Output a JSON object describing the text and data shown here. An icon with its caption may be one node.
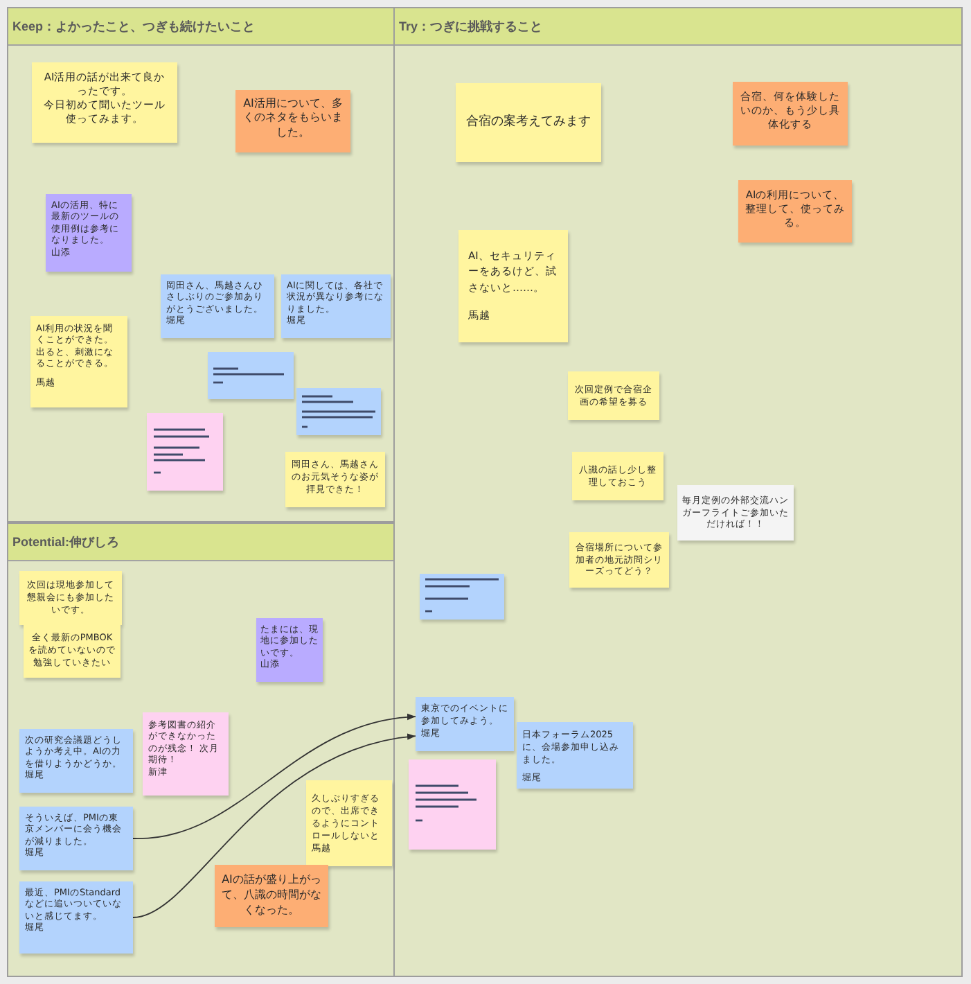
{
  "diagram": {
    "nodes": [
      {
        "text": [
          "Keep：よかったこと、つぎも続けたいこと"
        ]
      },
      {
        "text": [
          "AI活用の話が出来て良かったです。",
          "今日初めて聞いたツール使ってみます。"
        ],
        "in": 0
      },
      {
        "text": [
          "AI活用について、多くのネタをもらいました。"
        ],
        "in": 0
      },
      {
        "text": [
          "AIの活用、特に最新のツールの使用例は参考になりました。",
          "山添"
        ],
        "in": 0
      },
      {
        "text": [
          "岡田さん、馬越さんひさしぶりのご参加ありがとうございました。",
          "堀尾"
        ],
        "in": 0
      },
      {
        "text": [
          "AIに関しては、各社で状況が異なり参考になりました。",
          "堀尾"
        ],
        "in": 0
      },
      {
        "text": [
          "AI利用の状況を聞くことができた。",
          "出ると、刺激になることができる。",
          "馬越"
        ],
        "in": 0
      },
      {
        "text": [],
        "shape": "box",
        "in": 0
      },
      {
        "text": [],
        "shape": "box",
        "in": 0
      },
      {
        "text": [],
        "shape": "box",
        "in": 0
      },
      {
        "text": [
          "岡田さん、馬越さんのお元気そうな姿が拝見できた！"
        ],
        "in": 0
      },
      {
        "text": [
          "Try：つぎに挑戦すること"
        ]
      },
      {
        "text": [
          "合宿の案考えてみます"
        ],
        "in": 11
      },
      {
        "text": [
          "合宿、何を体験したいのか、もう少し具体化する"
        ],
        "in": 11
      },
      {
        "text": [
          "AIの利用について、整理して、使ってみる。"
        ],
        "in": 11
      },
      {
        "text": [
          "AI、セキュリティーをあるけど、試さないと……。",
          "馬越"
        ],
        "in": 11
      },
      {
        "text": [
          "次回定例で合宿企画の希望を募る"
        ],
        "in": 11
      },
      {
        "text": [
          "八識の話し少し整理しておこう"
        ],
        "in": 11
      },
      {
        "text": [
          "毎月定例の外部交流ハンガーフライトご参加いただければ！！"
        ],
        "in": 11
      },
      {
        "text": [
          "合宿場所について参加者の地元訪問シリーズってどう？"
        ],
        "in": 11
      },
      {
        "text": [],
        "shape": "box",
        "in": 11
      },
      {
        "text": [
          "東京でのイベントに参加してみよう。",
          "堀尾"
        ],
        "in": 11
      },
      {
        "text": [
          "日本フォーラム2025に、会場参加申し込みました。",
          "堀尾"
        ],
        "in": 11
      },
      {
        "text": [],
        "shape": "box",
        "in": 11
      },
      {
        "text": [
          "Potential:伸びしろ"
        ]
      },
      {
        "text": [
          "次回は現地参加して懇親会にも参加したいです。"
        ],
        "in": 24
      },
      {
        "text": [
          "全く最新のPMBOKを読めていないので勉強していきたい"
        ],
        "in": 24
      },
      {
        "text": [
          "たまには、現地に参加したいです。",
          "山添"
        ],
        "in": 24
      },
      {
        "text": [
          "次の研究会議題どうしようか考え中。AIの力を借りようかどうか。",
          "堀尾"
        ],
        "in": 24
      },
      {
        "text": [
          "参考図書の紹介ができなかったのが残念！ 次月期待！",
          "新津"
        ],
        "in": 24
      },
      {
        "text": [
          "そういえば、PMIの東京メンバーに会う機会が減りました。",
          "堀尾"
        ],
        "in": 24
      },
      {
        "text": [
          "最近、PMIのStandardなどに追いついていないと感じてます。",
          "堀尾"
        ],
        "in": 24
      },
      {
        "text": [
          "久しぶりすぎるので、出席できるようにコントロールしないと",
          "馬越"
        ],
        "in": 24
      },
      {
        "text": [
          "AIの話が盛り上がって、八識の時間がなくなった。"
        ],
        "in": 24
      }
    ],
    "edges": [
      {
        "from": 30,
        "to": 21,
        "arrow": "to"
      },
      {
        "from": 31,
        "to": 21,
        "arrow": "to"
      }
    ]
  }
}
